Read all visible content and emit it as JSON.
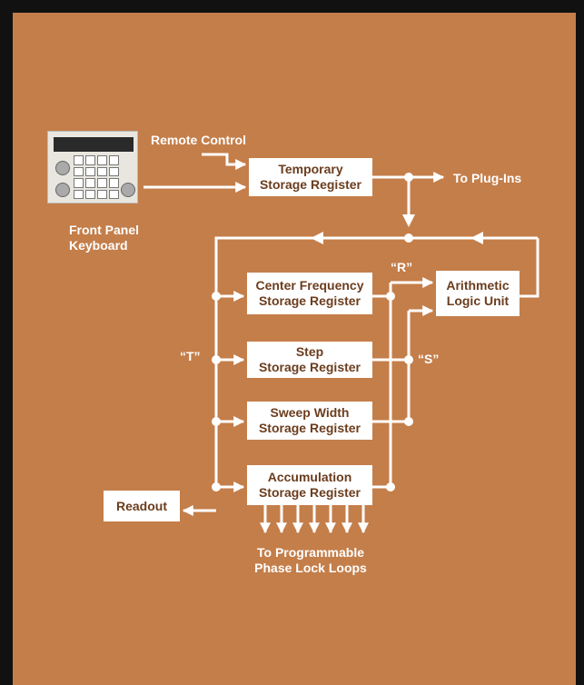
{
  "labels": {
    "remote_control": "Remote Control",
    "to_plug_ins": "To Plug-Ins",
    "front_panel": "Front Panel",
    "keyboard": "Keyboard",
    "r": "“R”",
    "s": "“S”",
    "t": "“T”",
    "readout": "Readout",
    "to_programmable": "To Programmable",
    "phase_lock_loops": "Phase Lock Loops"
  },
  "boxes": {
    "temporary": [
      "Temporary",
      "Storage Register"
    ],
    "center_frequency": [
      "Center Frequency",
      "Storage Register"
    ],
    "step": [
      "Step",
      "Storage Register"
    ],
    "sweep_width": [
      "Sweep Width",
      "Storage Register"
    ],
    "accumulation": [
      "Accumulation",
      "Storage Register"
    ],
    "alu": [
      "Arithmetic",
      "Logic Unit"
    ]
  },
  "colors": {
    "background": "#c47e4a",
    "frame": "#111111",
    "wire": "#ffffff",
    "box_text": "#6b3d1e"
  },
  "icons": {
    "keyboard": "front-panel-keyboard-picture"
  }
}
